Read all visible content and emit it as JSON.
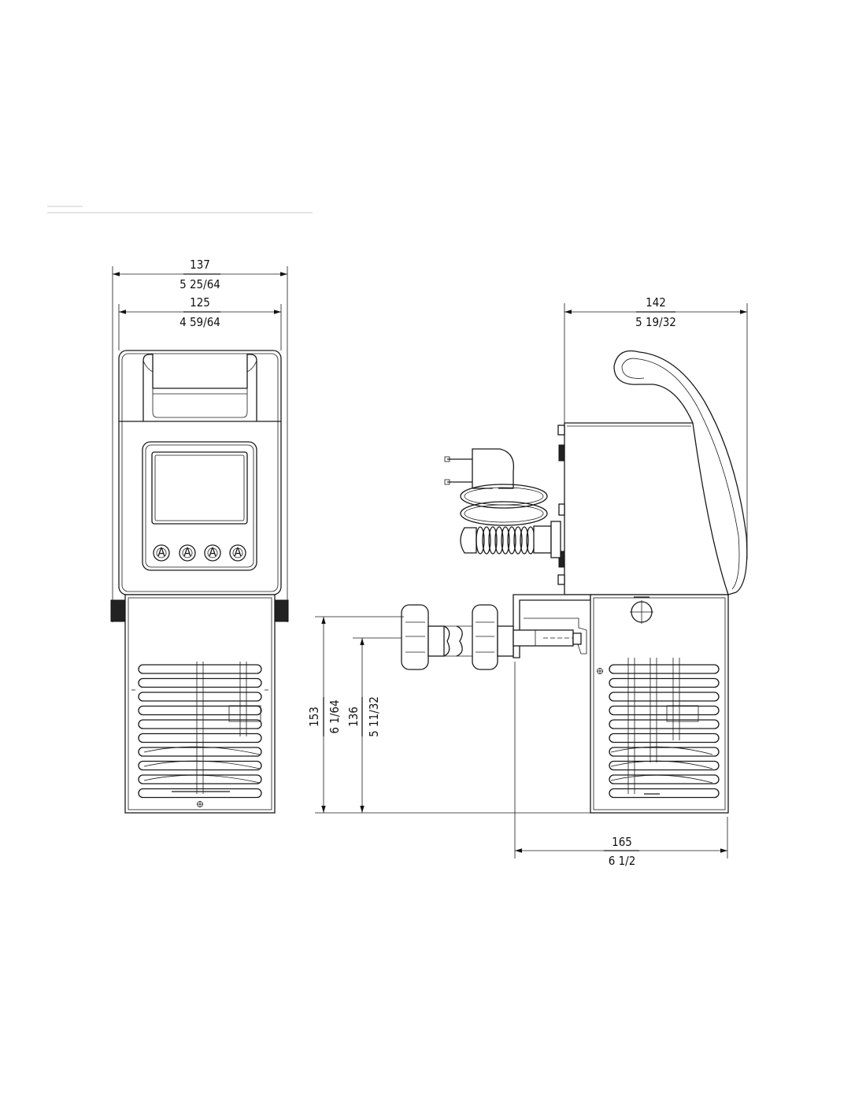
{
  "front_view": {
    "overall_width": {
      "metric": "137",
      "imperial": "5 25/64"
    },
    "inner_width": {
      "metric": "125",
      "imperial": "4 59/64"
    }
  },
  "side_view": {
    "depth": {
      "metric": "142",
      "imperial": "5 19/32"
    },
    "clamp_height": {
      "metric": "153",
      "imperial": "6 1/64"
    },
    "clamp_inner_height": {
      "metric": "136",
      "imperial": "5 11/32"
    },
    "clamp_depth": {
      "metric": "165",
      "imperial": "6 1/2"
    }
  },
  "control_panel": {
    "button_count": 4
  }
}
